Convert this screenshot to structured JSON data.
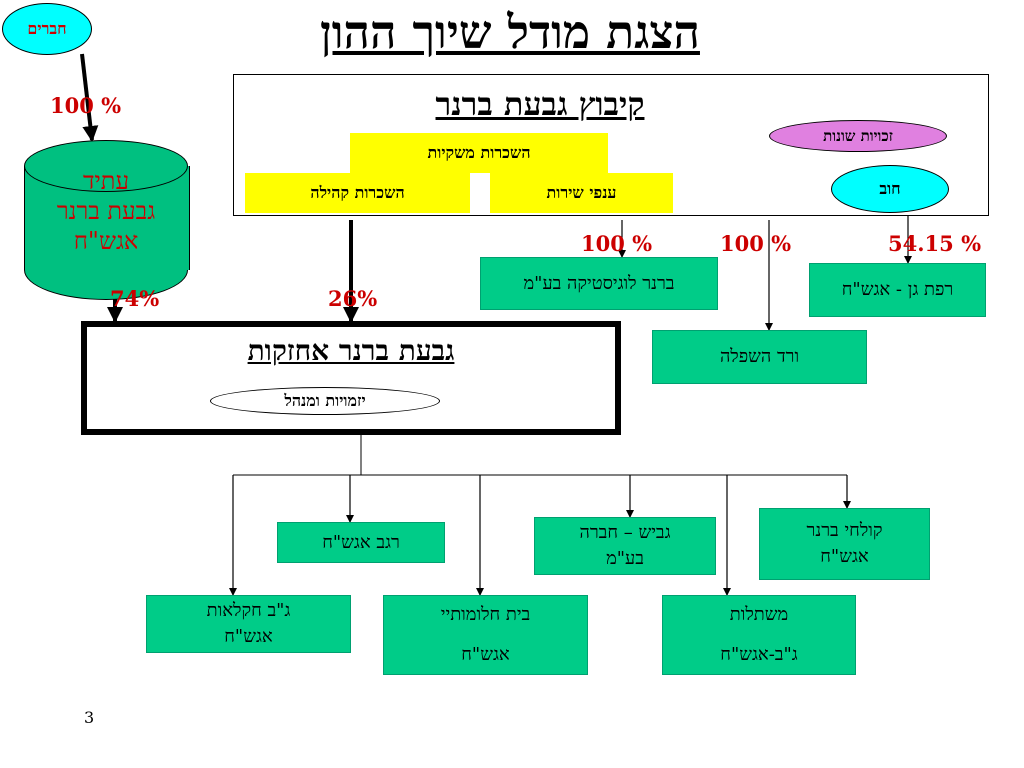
{
  "title": "הצגת מודל שיוך ההון",
  "members": {
    "label": "חברים"
  },
  "percentages": {
    "members_to_future": "100 %",
    "future_to_holdings": "74%",
    "kibbutz_to_holdings": "26%",
    "logistics": "100 %",
    "vered": "100 %",
    "refet": "54.15 %"
  },
  "future": {
    "lines": [
      "עתיד",
      "גבעת ברנר",
      "אגש\"ח"
    ]
  },
  "kibbutz": {
    "title": "קיבוץ גבעת ברנר",
    "rentals_economic": "השכרות משקיות",
    "rentals_community": "השכרות קהילה",
    "service_branches": "ענפי שירות",
    "various_rights": "זכויות שונות",
    "debt": "חוב"
  },
  "holdings": {
    "title": "גבעת ברנר אחזקות",
    "sub": "יזמויות ומנהל"
  },
  "subsidiaries_top": {
    "logistics": "ברנר לוגיסטיקה בע\"מ",
    "refet": "רפת גן - אגש\"ח",
    "vered": "ורד השפלה"
  },
  "subsidiaries_bottom": {
    "regev": "רגב אגש\"ח",
    "gavish": [
      "גביש – חברה",
      "בע\"מ"
    ],
    "kolchi": [
      "קולחי ברנר",
      "אגש\"ח"
    ],
    "agri": [
      "ג\"ב חקלאות",
      "אגש\"ח"
    ],
    "dreams": [
      "בית חלומותיי",
      "אגש\"ח"
    ],
    "nurseries": [
      "משתלות",
      "ג\"ב-אגש\"ח"
    ]
  },
  "page_number": "3",
  "colors": {
    "green": "#00cc88",
    "yellow": "#ffff00",
    "cyan": "#00ffff",
    "pink": "#e080e0",
    "red": "#cc0000"
  }
}
